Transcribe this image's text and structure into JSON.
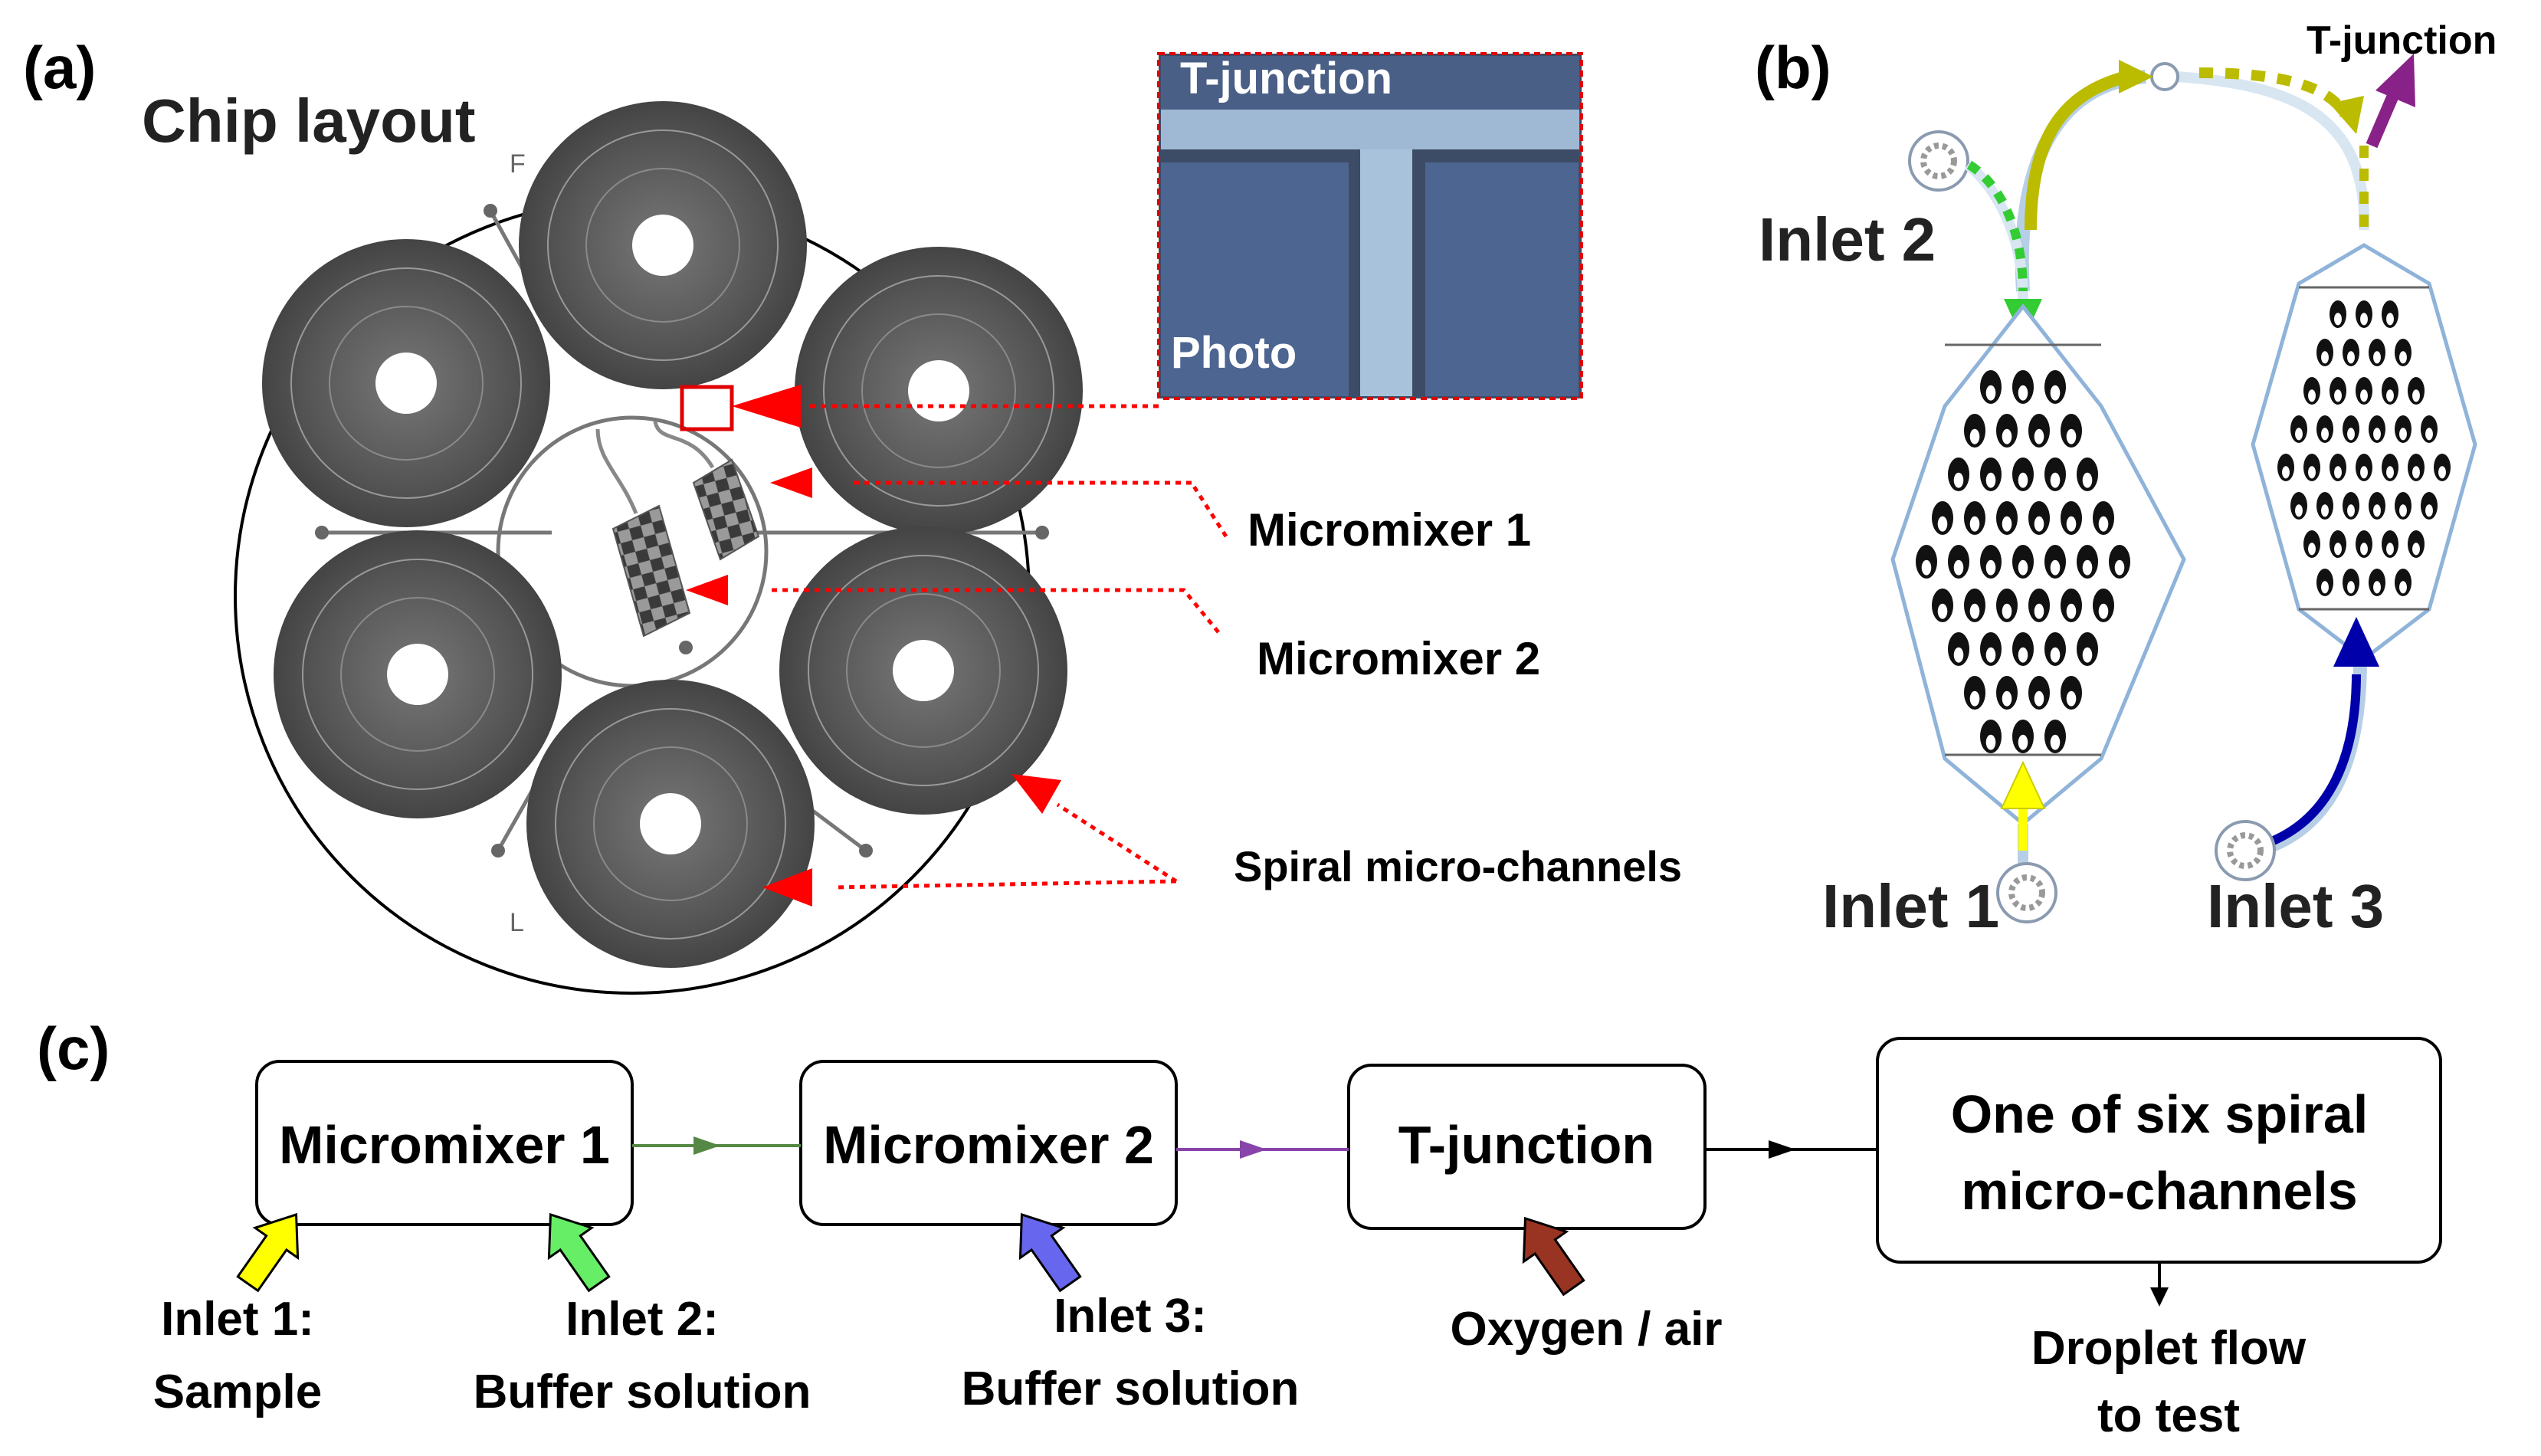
{
  "panels": {
    "a": "(a)",
    "b": "(b)",
    "c": "(c)"
  },
  "panel_a": {
    "title": "Chip layout",
    "corner_marks": {
      "top": "F",
      "bottom": "L"
    },
    "inset": {
      "title": "T-junction",
      "caption": "Photo"
    },
    "callouts": {
      "micromixer1": "Micromixer 1",
      "micromixer2": "Micromixer 2",
      "spiral": "Spiral micro-channels"
    }
  },
  "panel_b": {
    "t_junction": "T-junction",
    "inlet1": "Inlet 1",
    "inlet2": "Inlet 2",
    "inlet3": "Inlet 3"
  },
  "panel_c": {
    "boxes": {
      "micromixer1": "Micromixer 1",
      "micromixer2": "Micromixer 2",
      "tjunction": "T-junction",
      "spiral_line1": "One of six spiral",
      "spiral_line2": "micro-channels"
    },
    "inputs": {
      "inlet1_line1": "Inlet 1:",
      "inlet1_line2": "Sample",
      "inlet2_line1": "Inlet 2:",
      "inlet2_line2": "Buffer solution",
      "inlet3_line1": "Inlet 3:",
      "inlet3_line2": "Buffer solution",
      "oxygen": "Oxygen / air"
    },
    "output": {
      "line1": "Droplet flow",
      "line2": "to test"
    }
  },
  "colors": {
    "callout_red": "#ff0000",
    "inlet1_yellow": "#ffff00",
    "inlet2_green": "#66ee66",
    "inlet3_blue": "#6666ee",
    "oxygen_brown": "#993322",
    "link_green": "#558844",
    "link_purple": "#8844aa",
    "panel_b_green": "#33cc33",
    "panel_b_olive": "#bbbb00",
    "panel_b_blue": "#0000aa",
    "panel_b_purple": "#882288"
  },
  "icons": [
    "spiral-channel-icon",
    "micromixer-icon",
    "inlet-port-icon",
    "flow-arrow-icon"
  ]
}
